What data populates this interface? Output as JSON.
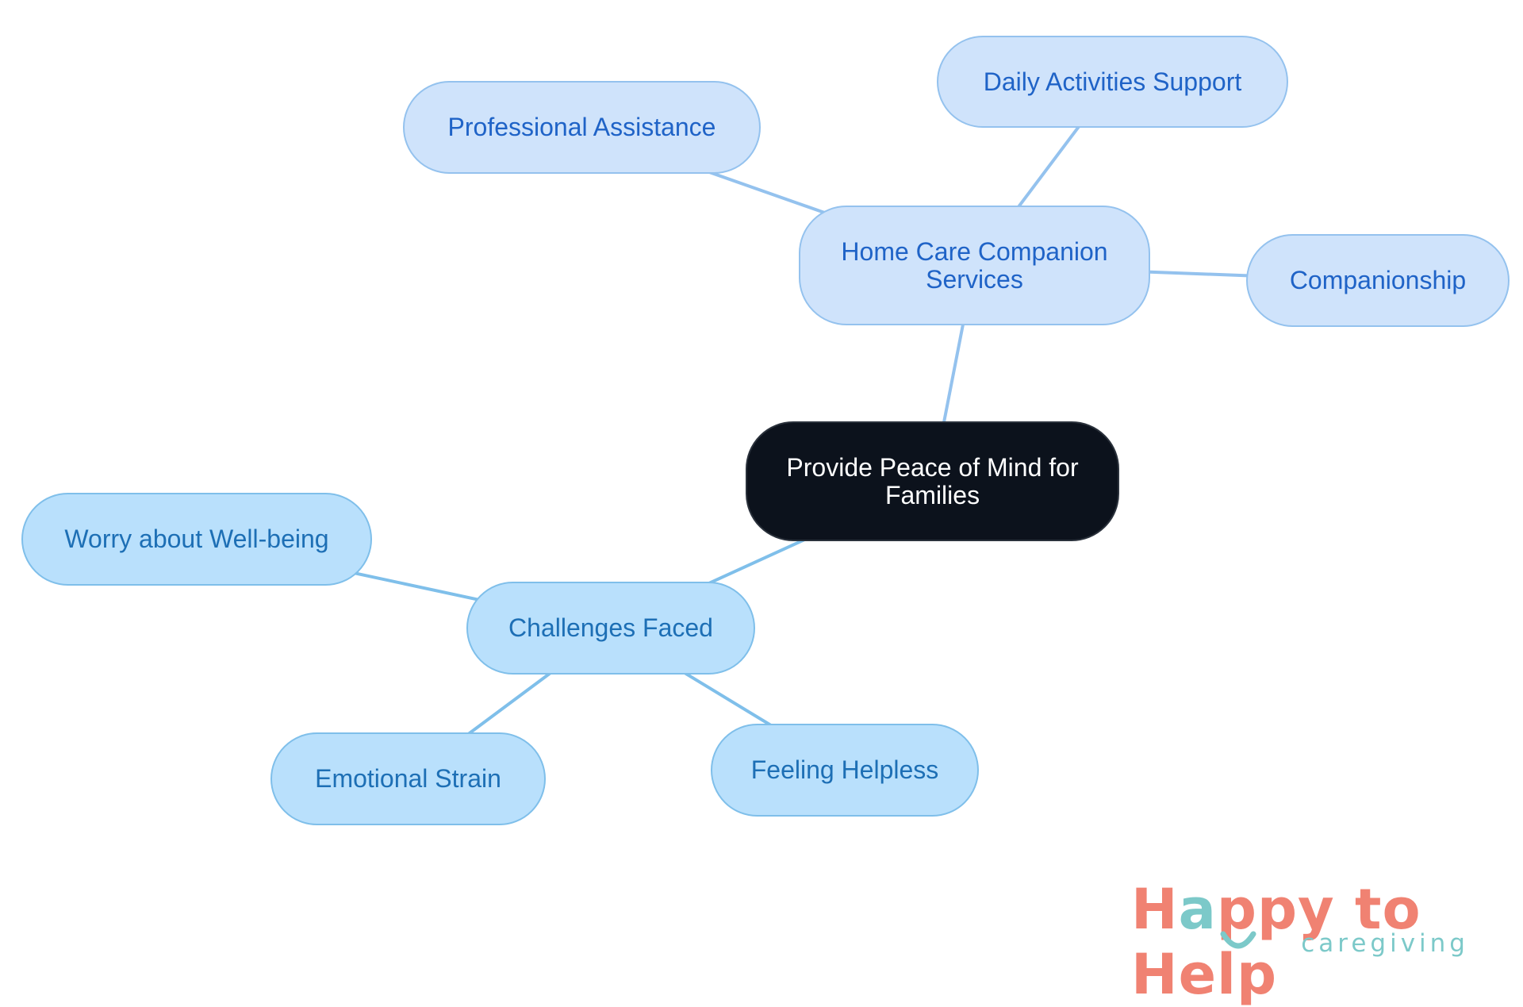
{
  "diagram": {
    "nodes": [
      {
        "id": "root",
        "label": "Provide Peace of Mind for Families",
        "style": "root"
      },
      {
        "id": "home-care",
        "label": "Home Care Companion Services",
        "style": "blue"
      },
      {
        "id": "professional",
        "label": "Professional Assistance",
        "style": "blue"
      },
      {
        "id": "daily",
        "label": "Daily Activities Support",
        "style": "blue"
      },
      {
        "id": "companionship",
        "label": "Companionship",
        "style": "blue"
      },
      {
        "id": "challenges",
        "label": "Challenges Faced",
        "style": "sky"
      },
      {
        "id": "worry",
        "label": "Worry about Well-being",
        "style": "sky"
      },
      {
        "id": "emotional",
        "label": "Emotional Strain",
        "style": "sky"
      },
      {
        "id": "helpless",
        "label": "Feeling Helpless",
        "style": "sky"
      }
    ],
    "edges": [
      {
        "from": "root",
        "to": "home-care"
      },
      {
        "from": "home-care",
        "to": "professional"
      },
      {
        "from": "home-care",
        "to": "daily"
      },
      {
        "from": "home-care",
        "to": "companionship"
      },
      {
        "from": "root",
        "to": "challenges"
      },
      {
        "from": "challenges",
        "to": "worry"
      },
      {
        "from": "challenges",
        "to": "emotional"
      },
      {
        "from": "challenges",
        "to": "helpless"
      }
    ],
    "colors": {
      "root_fill": "#0c121c",
      "blue_fill": "#cfe3fb",
      "sky_fill": "#b9e0fc",
      "blue_edge": "#94c2ee",
      "sky_edge": "#7fbfea"
    }
  },
  "logo": {
    "brand_pre": "H",
    "brand_a": "a",
    "brand_post": "ppy to Help",
    "sub": "caregiving",
    "colors": {
      "coral": "#f08272",
      "teal": "#7cc9c9"
    }
  }
}
